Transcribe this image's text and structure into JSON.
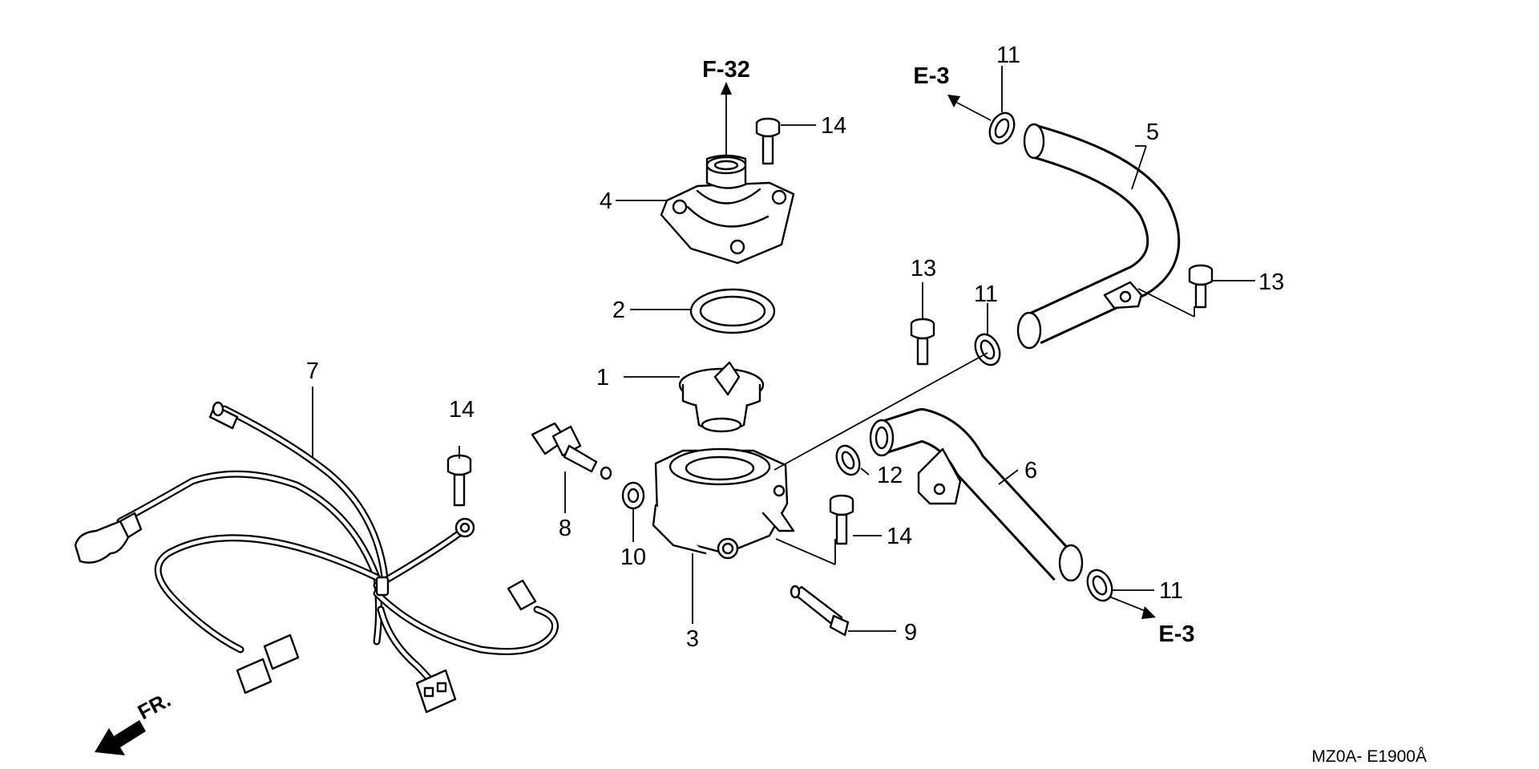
{
  "diagram": {
    "callouts": {
      "part1": "1",
      "part2": "2",
      "part3": "3",
      "part4": "4",
      "part5": "5",
      "part6": "6",
      "part7": "7",
      "part8": "8",
      "part9": "9",
      "part10": "10",
      "part11_top": "11",
      "part11_mid": "11",
      "part11_bottom": "11",
      "part12": "12",
      "part13_left": "13",
      "part13_right": "13",
      "part14_top": "14",
      "part14_left": "14",
      "part14_right": "14"
    },
    "references": {
      "f32": "F-32",
      "e3_top": "E-3",
      "e3_bottom": "E-3"
    },
    "front_label": "FR.",
    "diagram_code": "MZ0A- E1900Å",
    "icons": {
      "front_arrow": "front-direction-arrow-icon"
    }
  }
}
